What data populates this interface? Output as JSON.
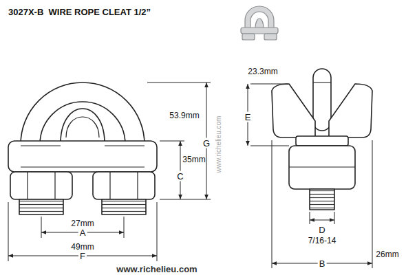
{
  "diagram": {
    "title": "3027X-B  WIRE ROPE CLEAT 1/2”",
    "labels": [
      "53.9mm",
      "23.3mm",
      "E",
      "G",
      "35mm",
      "C",
      "27mm",
      "A",
      "D",
      "7/16-14",
      "49mm",
      "F",
      "B",
      "26mm",
      "www.richelieu.com",
      "www.richelieu.com"
    ]
  }
}
